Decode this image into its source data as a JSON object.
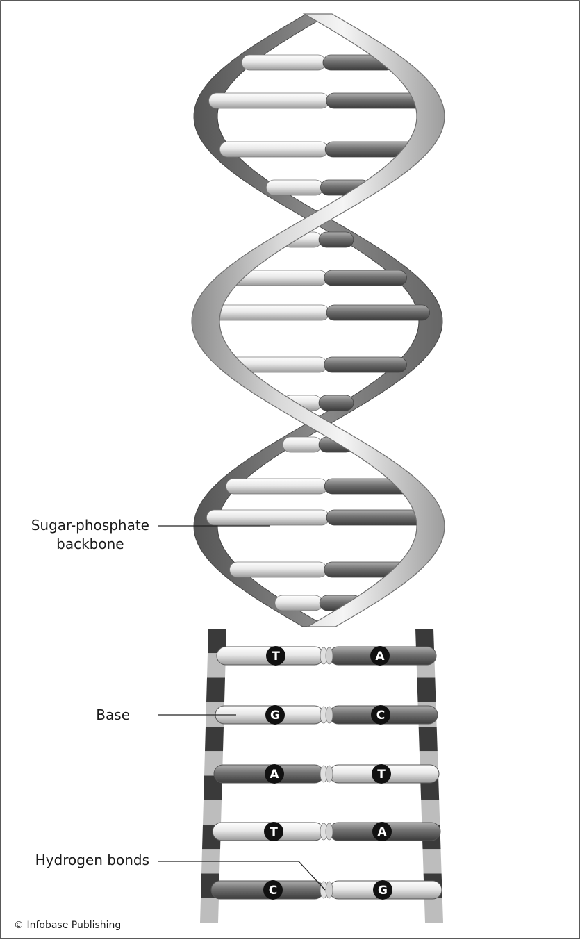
{
  "labels": {
    "sugar_line1": "Sugar-phosphate",
    "sugar_line2": "backbone",
    "base": "Base",
    "hydrogen_bonds": "Hydrogen bonds"
  },
  "credit": "© Infobase Publishing",
  "base_pairs": [
    {
      "left": "T",
      "right": "A"
    },
    {
      "left": "G",
      "right": "C"
    },
    {
      "left": "A",
      "right": "T"
    },
    {
      "left": "T",
      "right": "A"
    },
    {
      "left": "C",
      "right": "G"
    }
  ],
  "colors": {
    "backbone_dark": "#3a3a3a",
    "backbone_light": "#bdbdbd",
    "rung_light": "#e6e6e6",
    "rung_dark": "#6e6e6e",
    "ribbon": "#cfcfcf",
    "badge": "#111111"
  }
}
